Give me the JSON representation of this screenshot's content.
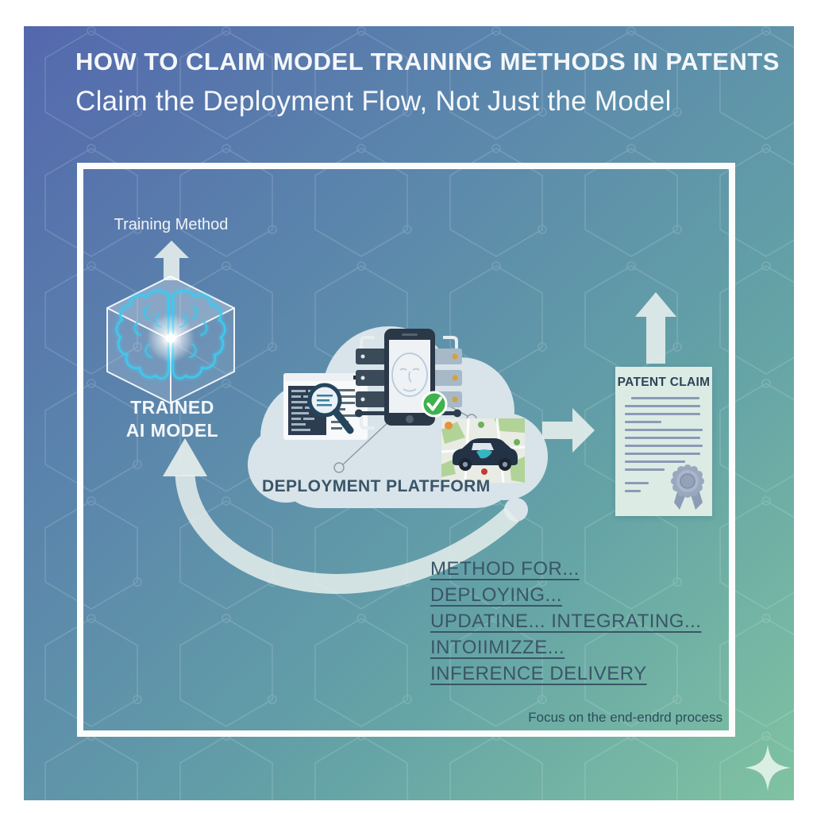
{
  "page": {
    "title": "HOW TO CLAIM MODEL TRAINING METHODS IN PATENTS",
    "subtitle": "Claim the Deployment Flow, Not Just the Model"
  },
  "diagram": {
    "training_method_label": "Training Method",
    "trained_model_line1": "TRAINED",
    "trained_model_line2": "AI MODEL",
    "cloud_label": "DEPLOYMENT PLATFFORM",
    "patent_title": "PATENT CLAIM",
    "claim_phrases": [
      "METHOD FOR...",
      "DEPLOYING...",
      "UPDATINE... INTEGRATING...",
      "INTOIIMIZZE...",
      "INFERENCE DELIVERY"
    ],
    "footnote": "Focus on the end-endrd process"
  },
  "icons": {
    "cube": "ai-model-cube-brain-icon",
    "cloud": "deployment-cloud-icon",
    "code_window": "code-inspection-window-icon",
    "phone": "phone-face-verification-icon",
    "car_map": "autonomous-car-map-icon",
    "seal": "patent-seal-icon",
    "sparkle": "sparkle-icon"
  },
  "colors": {
    "gradient_start": "#5468ad",
    "gradient_mid1": "#5b86ac",
    "gradient_mid2": "#64a3a6",
    "gradient_end": "#80c2a2",
    "frame_border": "#fbfdfd",
    "heading_text": "#f4f7fa",
    "dark_label": "#3a5568",
    "cloud_fill": "#dde7ed",
    "arrow_fill": "#e6eeec",
    "brain_stroke": "#3fc8ee",
    "paper_fill": "#dcebe4",
    "doc_line": "#8b9ab5",
    "check_green": "#3db24d"
  }
}
